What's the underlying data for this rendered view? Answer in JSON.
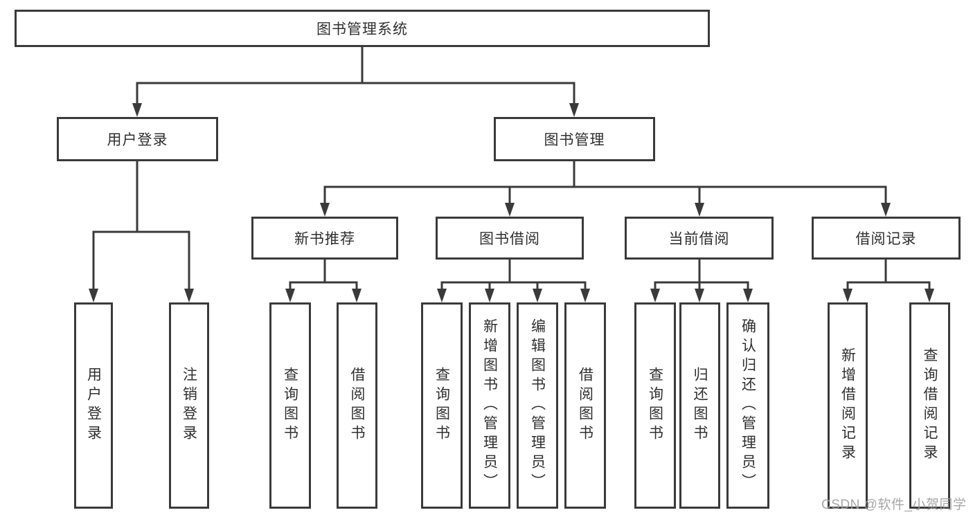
{
  "diagram_title": "图书管理系统",
  "tree": {
    "root": {
      "label": "图书管理系统"
    },
    "branches": [
      {
        "label": "用户登录",
        "children": [
          {
            "label": "用户登录"
          },
          {
            "label": "注销登录"
          }
        ]
      },
      {
        "label": "图书管理",
        "children": [
          {
            "label": "新书推荐",
            "children": [
              {
                "label": "查询图书"
              },
              {
                "label": "借阅图书"
              }
            ]
          },
          {
            "label": "图书借阅",
            "children": [
              {
                "label": "查询图书"
              },
              {
                "label": "新增图书（管理员）"
              },
              {
                "label": "编辑图书（管理员）"
              },
              {
                "label": "借阅图书"
              }
            ]
          },
          {
            "label": "当前借阅",
            "children": [
              {
                "label": "查询图书"
              },
              {
                "label": "归还图书"
              },
              {
                "label": "确认归还（管理员）"
              }
            ]
          },
          {
            "label": "借阅记录",
            "children": [
              {
                "label": "新增借阅记录"
              },
              {
                "label": "查询借阅记录"
              }
            ]
          }
        ]
      }
    ]
  },
  "watermark": {
    "text": "CSDN @软件_小贺同学",
    "color": "#9e9e9e"
  },
  "colors": {
    "line": "#3a3a3a",
    "box_border": "#3a3a3a",
    "box_background": "#ffffff",
    "text": "#2f2f2f"
  }
}
